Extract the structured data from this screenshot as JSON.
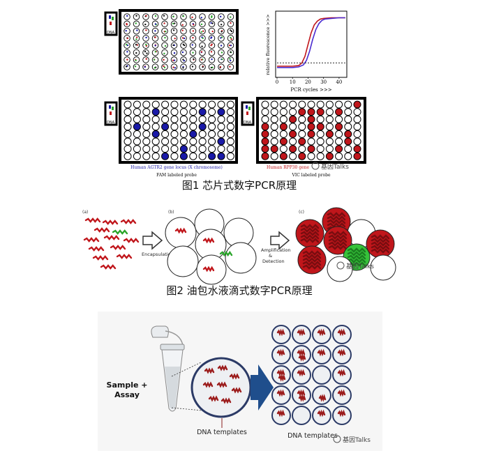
{
  "figure1": {
    "caption": "图1 芯片式数字PCR原理",
    "plate_top_key": "DNA",
    "plate_left_key": "DNA",
    "plate_right_key": "DNA",
    "left_gene_label": "Human AGTR2 gene locus (X chromosome)",
    "left_probe_label": "FAM labeled probe",
    "right_gene_label": "Human RPP30 gene",
    "right_probe_label": "VIC labeled probe",
    "watermark": "基因Talks",
    "colors": {
      "fam": "#1a1aa8",
      "vic": "#c0161b",
      "dna_green": "#2aa52a"
    },
    "curve_chart": {
      "ylabel": "relative fluorescence >>>",
      "xlabel": "PCR cycles >>>",
      "xticks": [
        "0",
        "10",
        "20",
        "30",
        "40"
      ]
    }
  },
  "figure2": {
    "caption": "图2 油包水液滴式数字PCR原理",
    "panel_a": "(a)",
    "panel_b": "(b)",
    "panel_c": "(c)",
    "step1": "Encapsulation",
    "step2_line1": "Amplification",
    "step2_line2": "&",
    "step2_line3": "Detection",
    "watermark": "基因Talks"
  },
  "figure3": {
    "sample_line1": "Sample +",
    "sample_line2": "Assay",
    "templates_left": "DNA templates",
    "templates_right": "DNA templates",
    "watermark": "基因Talks"
  },
  "chart_data": {
    "type": "line",
    "xlabel": "PCR cycles >>>",
    "ylabel": "relative fluorescence >>>",
    "xlim": [
      0,
      45
    ],
    "x_ticks": [
      0,
      10,
      20,
      30,
      40
    ],
    "series": [
      {
        "color": "#c0161b",
        "x": [
          0,
          5,
          10,
          14,
          16,
          18,
          20,
          22,
          24,
          26,
          28,
          30,
          35,
          40,
          44
        ],
        "y": [
          0.17,
          0.17,
          0.17,
          0.18,
          0.22,
          0.32,
          0.5,
          0.68,
          0.8,
          0.86,
          0.89,
          0.9,
          0.91,
          0.91,
          0.91
        ]
      },
      {
        "color": "#4a2bd0",
        "x": [
          0,
          5,
          10,
          14,
          17,
          19,
          21,
          23,
          25,
          27,
          29,
          31,
          35,
          40,
          44
        ],
        "y": [
          0.15,
          0.15,
          0.15,
          0.16,
          0.19,
          0.26,
          0.4,
          0.58,
          0.73,
          0.82,
          0.87,
          0.89,
          0.9,
          0.91,
          0.91
        ]
      },
      {
        "color": "#222222",
        "style": "dotted",
        "x": [
          0,
          44
        ],
        "y": [
          0.22,
          0.22
        ]
      }
    ]
  }
}
